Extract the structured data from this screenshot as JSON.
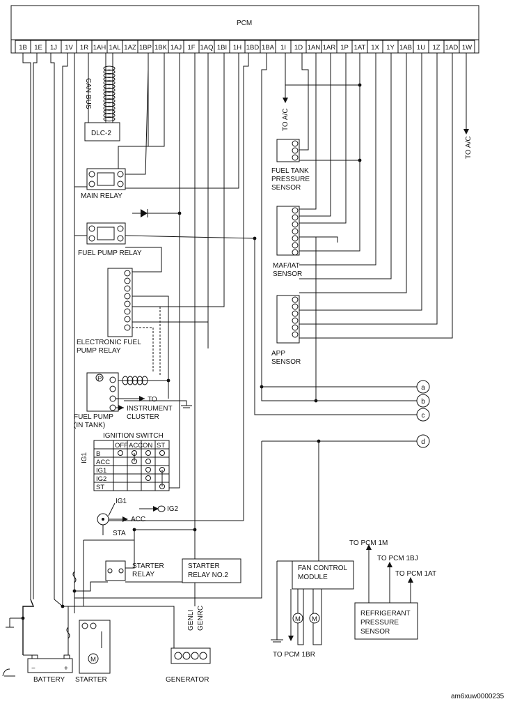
{
  "pcm": {
    "title": "PCM",
    "pins": [
      "1B",
      "1E",
      "1J",
      "1V",
      "1R",
      "1AH",
      "1AL",
      "1AZ",
      "1BP",
      "1BK",
      "1AJ",
      "1F",
      "1AQ",
      "1BI",
      "1H",
      "1BD",
      "1BA",
      "1I",
      "1D",
      "1AN",
      "1AR",
      "1P",
      "1AT",
      "1X",
      "1Y",
      "1AB",
      "1U",
      "1Z",
      "1AD",
      "1W"
    ]
  },
  "labels": {
    "can_bus": "CAN BUS",
    "dlc": "DLC-2",
    "to_ac_1": "TO A/C",
    "to_ac_2": "TO A/C",
    "fuel_tank_sensor": [
      "FUEL TANK",
      "PRESSURE",
      "SENSOR"
    ],
    "main_relay": "MAIN RELAY",
    "fuel_pump_relay": "FUEL PUMP RELAY",
    "maf_sensor": [
      "MAF/IAT",
      "SENSOR"
    ],
    "app_sensor": [
      "APP",
      "SENSOR"
    ],
    "efp_relay": [
      "ELECTRONIC FUEL",
      "PUMP RELAY"
    ],
    "to_cluster": [
      "TO",
      "INSTRUMENT",
      "CLUSTER"
    ],
    "fuel_pump": [
      "FUEL PUMP",
      "(IN TANK)"
    ],
    "ignition_switch": "IGNITION SWITCH",
    "ig1_side": "IG1",
    "ig1": "IG1",
    "ig2": "IG2",
    "acc": "ACC",
    "sta": "STA",
    "starter_relay": [
      "STARTER",
      "RELAY"
    ],
    "starter_relay_2": [
      "STARTER",
      "RELAY NO.2"
    ],
    "fan_control": [
      "FAN CONTROL",
      "MODULE"
    ],
    "to_pcm_1m": "TO PCM 1M",
    "to_pcm_1bj": "TO PCM 1BJ",
    "to_pcm_1at": "TO PCM 1AT",
    "refrigerant": [
      "REFRIGERANT",
      "PRESSURE",
      "SENSOR"
    ],
    "to_pcm_1br": "TO PCM 1BR",
    "battery": "BATTERY",
    "starter": "STARTER",
    "generator": "GENERATOR",
    "genli": "GENLI",
    "genrc": "GENRC",
    "minus": "−",
    "plus": "+",
    "image_id": "am6xuw0000235"
  },
  "connectors": [
    "a",
    "b",
    "c",
    "d"
  ],
  "ignition_table": {
    "headers": [
      "",
      "OFF",
      "ACC",
      "ON",
      "ST"
    ],
    "rows": [
      "B",
      "ACC",
      "IG1",
      "IG2",
      "ST"
    ]
  }
}
